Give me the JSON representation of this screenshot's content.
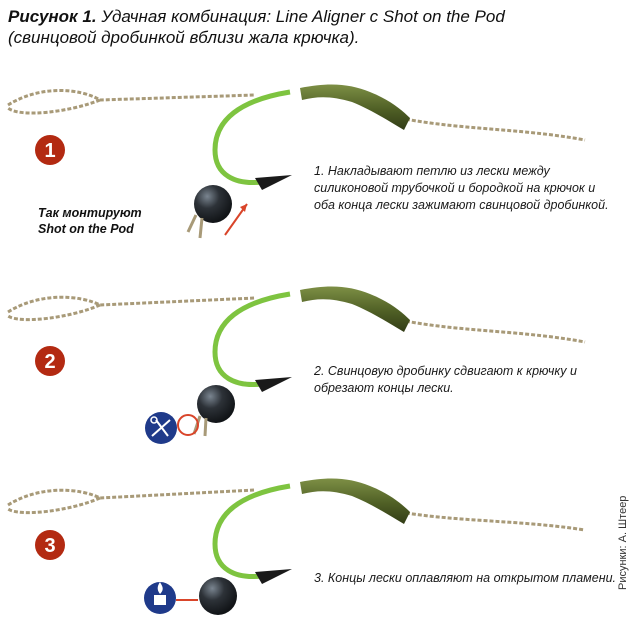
{
  "caption": {
    "bold": "Рисунок 1.",
    "line1": "Удачная комбинация: Line Aligner с Shot on the Pod",
    "line2": "(свинцовой дробинкой вблизи жала крючка)."
  },
  "side_note": {
    "line1": "Так монтируют",
    "line2": "Shot on the Pod"
  },
  "steps": [
    {
      "number": "1",
      "lines": [
        "1. Накладывают петлю из лески между",
        "силиконовой трубочкой и бородкой на крючок и",
        "оба конца лески зажимают свинцовой дробинкой."
      ]
    },
    {
      "number": "2",
      "lines": [
        "2. Свинцовую дробинку сдвигают к крючку и",
        "обрезают концы лески."
      ]
    },
    {
      "number": "3",
      "lines": [
        "3. Концы лески оплавляют на открытом пламени."
      ]
    }
  ],
  "credit": "Рисунки: А. Штеер",
  "colors": {
    "badge": "#b32a12",
    "line": "#a89a78",
    "tube": "#5a6b2e",
    "hook": "#7ec440",
    "shot": "#262b30",
    "icon_bg": "#1f3a8a"
  },
  "icons": [
    "scissors-icon",
    "lighter-icon"
  ]
}
